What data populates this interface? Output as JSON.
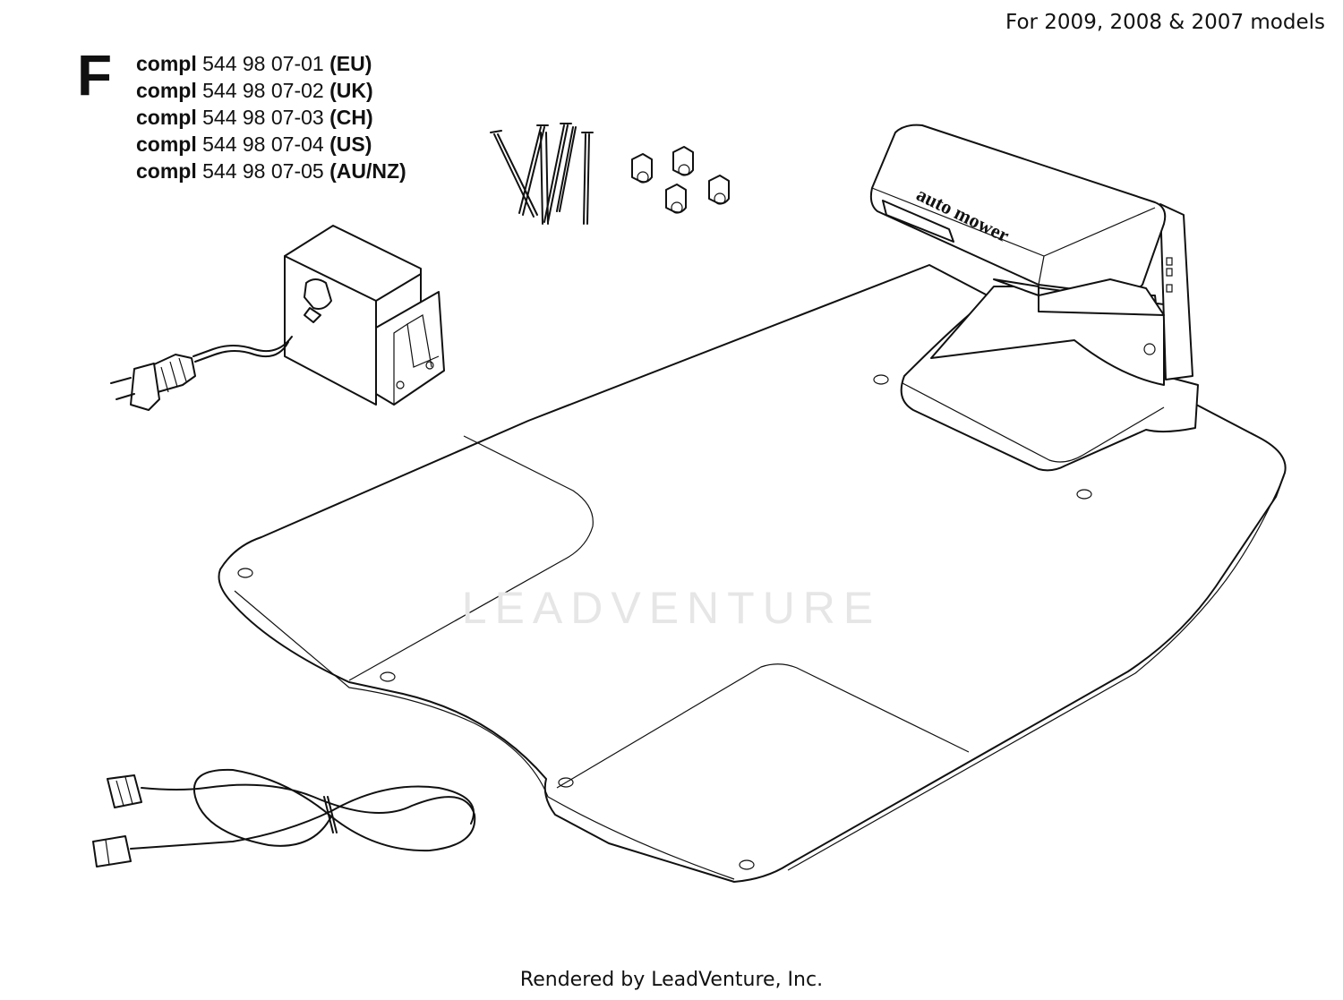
{
  "header": {
    "models_note": "For 2009, 2008 & 2007 models"
  },
  "section": {
    "letter": "F"
  },
  "parts": [
    {
      "prefix": "compl",
      "number": "544 98 07-01",
      "region": "(EU)"
    },
    {
      "prefix": "compl",
      "number": "544 98 07-02",
      "region": "(UK)"
    },
    {
      "prefix": "compl",
      "number": "544 98 07-03",
      "region": "(CH)"
    },
    {
      "prefix": "compl",
      "number": "544 98 07-04",
      "region": "(US)"
    },
    {
      "prefix": "compl",
      "number": "544 98 07-05",
      "region": "(AU/NZ)"
    }
  ],
  "charging_station": {
    "logo_text": "auto mower"
  },
  "watermark": {
    "text": "LEADVENTURE"
  },
  "footer": {
    "credit": "Rendered by LeadVenture, Inc."
  },
  "icons": [
    "flame-v-watermark-icon",
    "power-supply-icon",
    "wall-plug-icon",
    "stake-pegs-icon",
    "wire-connector-icon",
    "charging-station-icon",
    "base-plate-icon",
    "low-voltage-cable-icon"
  ]
}
